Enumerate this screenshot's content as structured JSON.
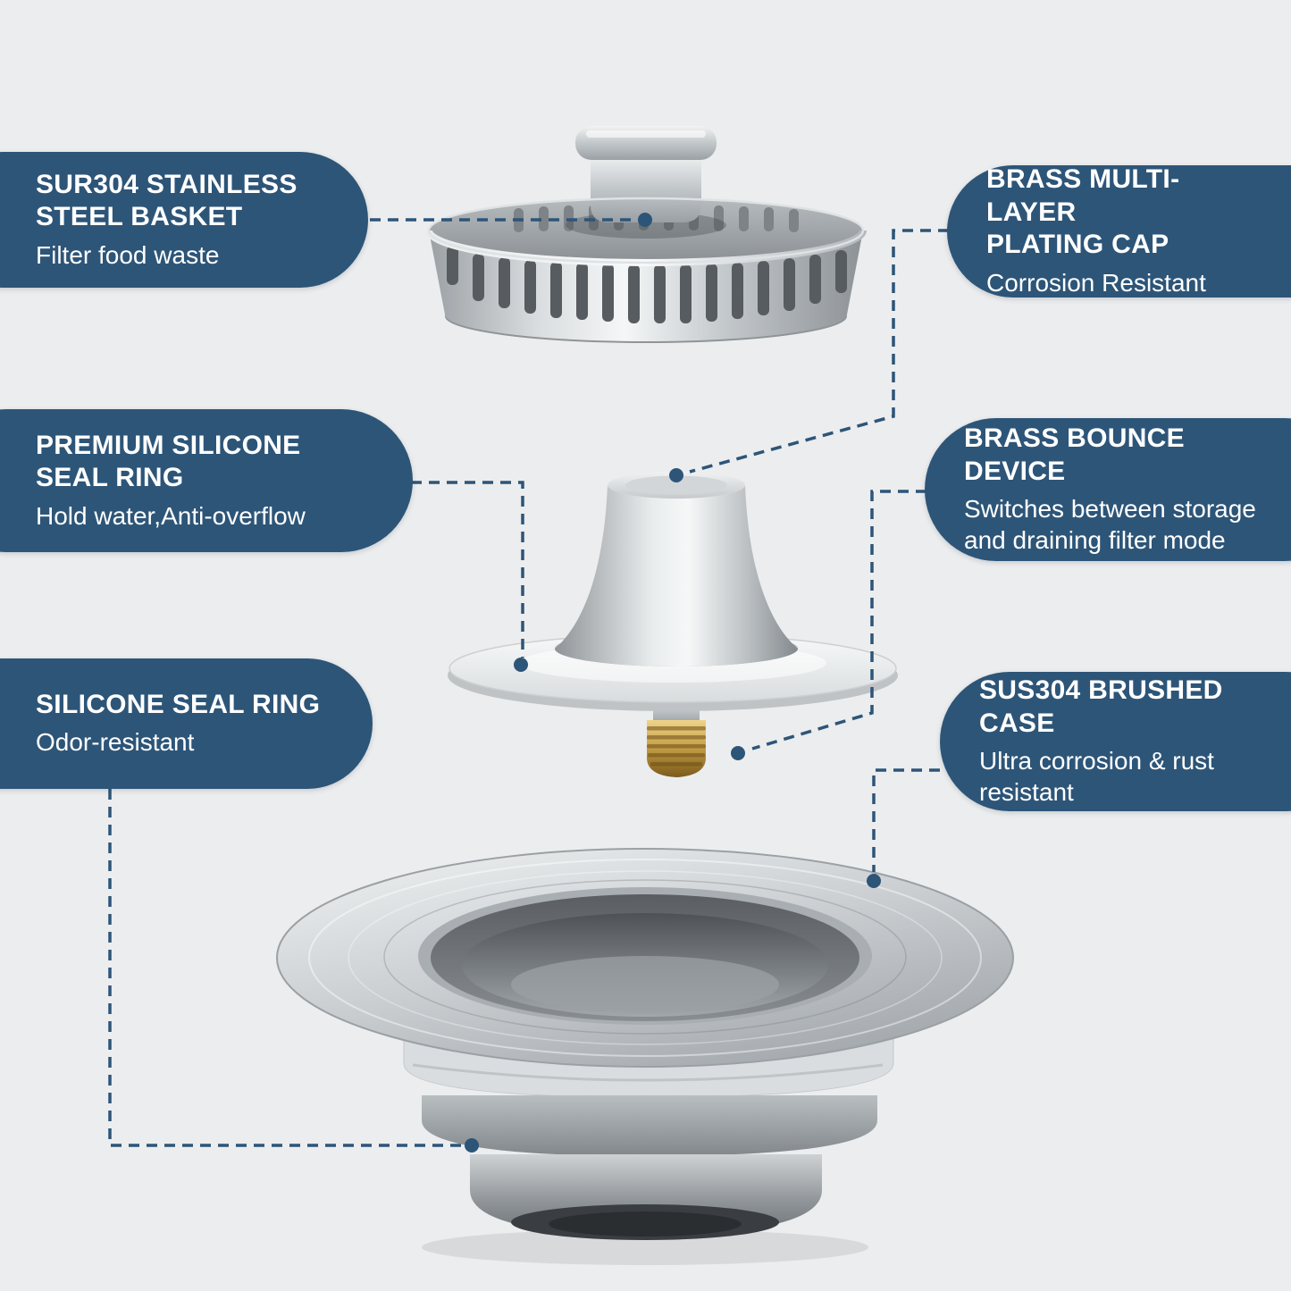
{
  "colors": {
    "accent": "#2d5578",
    "background": "#ecedee"
  },
  "callouts": [
    {
      "title": "SUR304 STAINLESS\nSTEEL BASKET",
      "subtitle": "Filter food waste"
    },
    {
      "title": "PREMIUM SILICONE\nSEAL RING",
      "subtitle": "Hold water,Anti-overflow"
    },
    {
      "title": "SILICONE SEAL RING",
      "subtitle": "Odor-resistant"
    },
    {
      "title": "BRASS MULTI-LAYER\nPLATING CAP",
      "subtitle": "Corrosion Resistant"
    },
    {
      "title": "BRASS BOUNCE DEVICE",
      "subtitle": "Switches between storage\nand draining filter mode"
    },
    {
      "title": "SUS304 BRUSHED CASE",
      "subtitle": "Ultra corrosion & rust\nresistant"
    }
  ],
  "parts": [
    {
      "name": "stainless-steel-strainer-basket"
    },
    {
      "name": "brass-bounce-device-with-seal-ring"
    },
    {
      "name": "brushed-stainless-drain-case"
    }
  ]
}
